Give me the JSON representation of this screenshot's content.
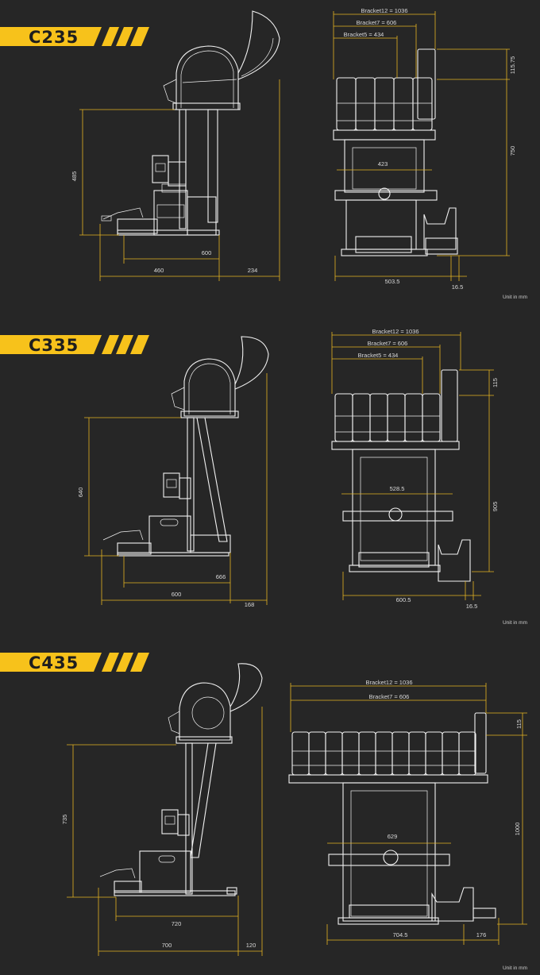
{
  "colors": {
    "background": "#262626",
    "accent": "#f7c21b",
    "line": "#f2f2f2",
    "dimension": "#e5b423"
  },
  "sections": [
    {
      "model": "C235",
      "side": {
        "height": "485",
        "depth_base": "600",
        "rear": "460",
        "front": "234"
      },
      "front": {
        "bracket12": "Bracket12 = 1036",
        "bracket7": "Bracket7 = 606",
        "bracket5": "Bracket5 = 434",
        "top_offset": "115.75",
        "height": "750",
        "gantry": "423",
        "width": "503.5",
        "foot": "16.5"
      },
      "unit_note": "Unit in mm"
    },
    {
      "model": "C335",
      "side": {
        "height": "640",
        "depth_base": "666",
        "rear": "600",
        "front": "168"
      },
      "front": {
        "bracket12": "Bracket12 = 1036",
        "bracket7": "Bracket7 = 606",
        "bracket5": "Bracket5 = 434",
        "top_offset": "115",
        "height": "905",
        "gantry": "528.5",
        "width": "600.5",
        "foot": "16.5"
      },
      "unit_note": "Unit in mm"
    },
    {
      "model": "C435",
      "side": {
        "height": "735",
        "depth_base": "720",
        "rear": "700",
        "front": "120"
      },
      "front": {
        "bracket12": "Bracket12 = 1036",
        "bracket7": "Bracket7 = 606",
        "top_offset": "115",
        "height": "1000",
        "gantry": "629",
        "width": "704.5",
        "foot": "176"
      },
      "unit_note": "Unit in mm"
    }
  ]
}
